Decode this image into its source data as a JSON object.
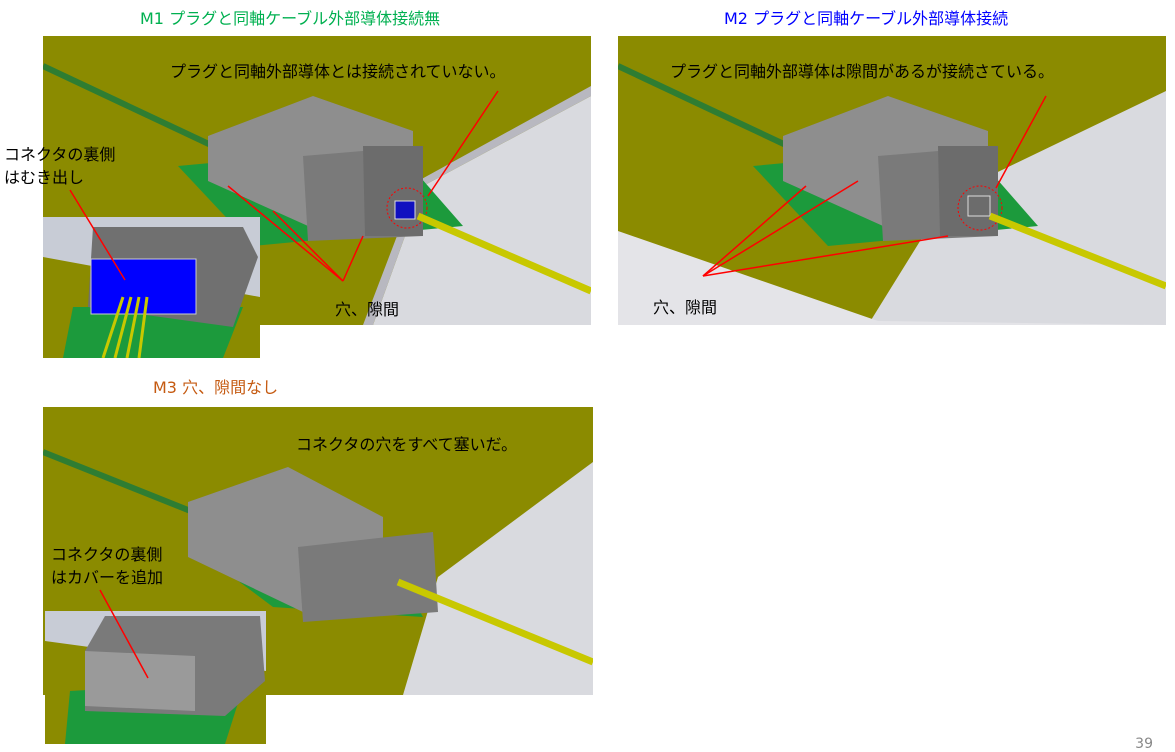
{
  "panels": [
    {
      "title": "M1 プラグと同軸ケーブル外部導体接続無",
      "title_color": "#00b050",
      "note": "プラグと同軸外部導体とは接続されていない。",
      "inset_note": "コネクタの裏側\nはむき出し",
      "inset_note_lines": [
        "コネクタの裏側",
        "はむき出し"
      ],
      "hole_label": "穴、隙間"
    },
    {
      "title": "M2 プラグと同軸ケーブル外部導体接続",
      "title_color": "#0000ff",
      "note": "プラグと同軸外部導体は隙間があるが接続さている。",
      "hole_label": "穴、隙間"
    },
    {
      "title": "M3 穴、隙間なし",
      "title_color": "#c55a11",
      "note": "コネクタの穴をすべて塞いだ。",
      "inset_note_lines": [
        "コネクタの裏側",
        "はカバーを追加"
      ]
    }
  ],
  "page_number": "39",
  "colors": {
    "board": "#8b8b00",
    "plane": "#d8d8dc",
    "connector": "#8a8a8a",
    "pcb": "#1c9a3c",
    "arrow": "#ff0000",
    "cable": "#c8c800"
  }
}
